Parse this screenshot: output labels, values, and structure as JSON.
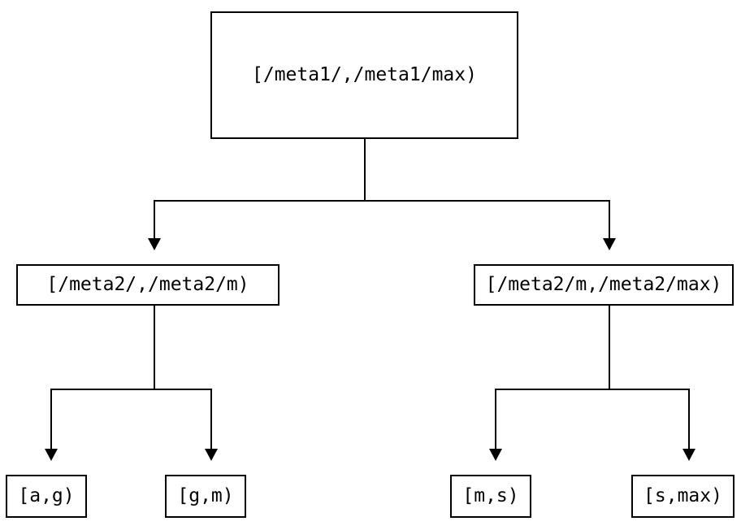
{
  "colors": {
    "background": "#ffffff",
    "line": "#000000",
    "text": "#000000"
  },
  "tree": {
    "root": {
      "label": "[/meta1/,/meta1/max)"
    },
    "children": [
      {
        "label": "[/meta2/,/meta2/m)",
        "children": [
          {
            "label": "[a,g)"
          },
          {
            "label": "[g,m)"
          }
        ]
      },
      {
        "label": "[/meta2/m,/meta2/max)",
        "children": [
          {
            "label": "[m,s)"
          },
          {
            "label": "[s,max)"
          }
        ]
      }
    ]
  }
}
